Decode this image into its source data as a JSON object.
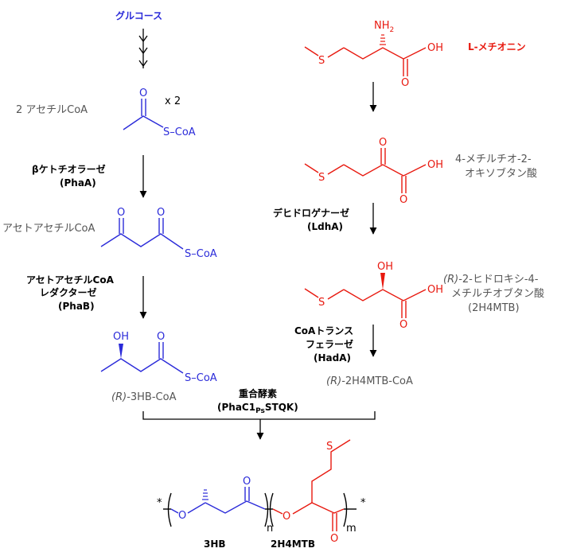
{
  "left_pathway": {
    "start": "グルコース",
    "acetyl": {
      "label": "2 アセチルCoA",
      "x2": "x 2",
      "atom_o": "O",
      "group": "S–CoA"
    },
    "enzyme1": {
      "name": "βケトチオラーゼ",
      "gene": "(PhaA)"
    },
    "acetoacetyl": {
      "label": "アセトアセチルCoA",
      "atom_o1": "O",
      "atom_o2": "O",
      "group": "S–CoA"
    },
    "enzyme2": {
      "line1": "アセトアセチルCoA",
      "line2": "レダクターゼ",
      "gene": "(PhaB)"
    },
    "hb": {
      "label_r": "(R)",
      "label": "-3HB-CoA",
      "atom_oh": "OH",
      "atom_o": "O",
      "group": "S–CoA"
    }
  },
  "right_pathway": {
    "start": "L-メチオニン",
    "met": {
      "nh2": "NH",
      "nh2_sub": "2",
      "oh": "OH",
      "o": "O",
      "s": "S"
    },
    "kmtb": {
      "line1": "4-メチルチオ-2-",
      "line2": "オキソブタン酸",
      "o1": "O",
      "oh": "OH",
      "o2": "O",
      "s": "S"
    },
    "enzyme3": {
      "name": "デヒドロゲナーゼ",
      "gene": "(LdhA)"
    },
    "h4mtb": {
      "line1_r": "(R)",
      "line1": "-2-ヒドロキシ-4-",
      "line2": "メチルチオブタン酸",
      "line3": "(2H4MTB)",
      "oh1": "OH",
      "oh2": "OH",
      "o": "O",
      "s": "S"
    },
    "enzyme4": {
      "line1": "CoAトランス",
      "line2": "フェラーゼ",
      "gene": "(HadA)"
    },
    "coa": {
      "label_r": "(R)",
      "label": "-2H4MTB-CoA"
    }
  },
  "polymerase": {
    "name": "重合酵素",
    "gene_pre": "(PhaC1",
    "gene_sub": "Ps",
    "gene_post": "STQK)"
  },
  "polymer": {
    "star_left": "*",
    "star_right": "*",
    "o1": "O",
    "o2": "O",
    "o3": "O",
    "o4": "O",
    "s": "S",
    "n": "n",
    "m": "m",
    "unit1": "3HB",
    "unit2": "2H4MTB"
  }
}
